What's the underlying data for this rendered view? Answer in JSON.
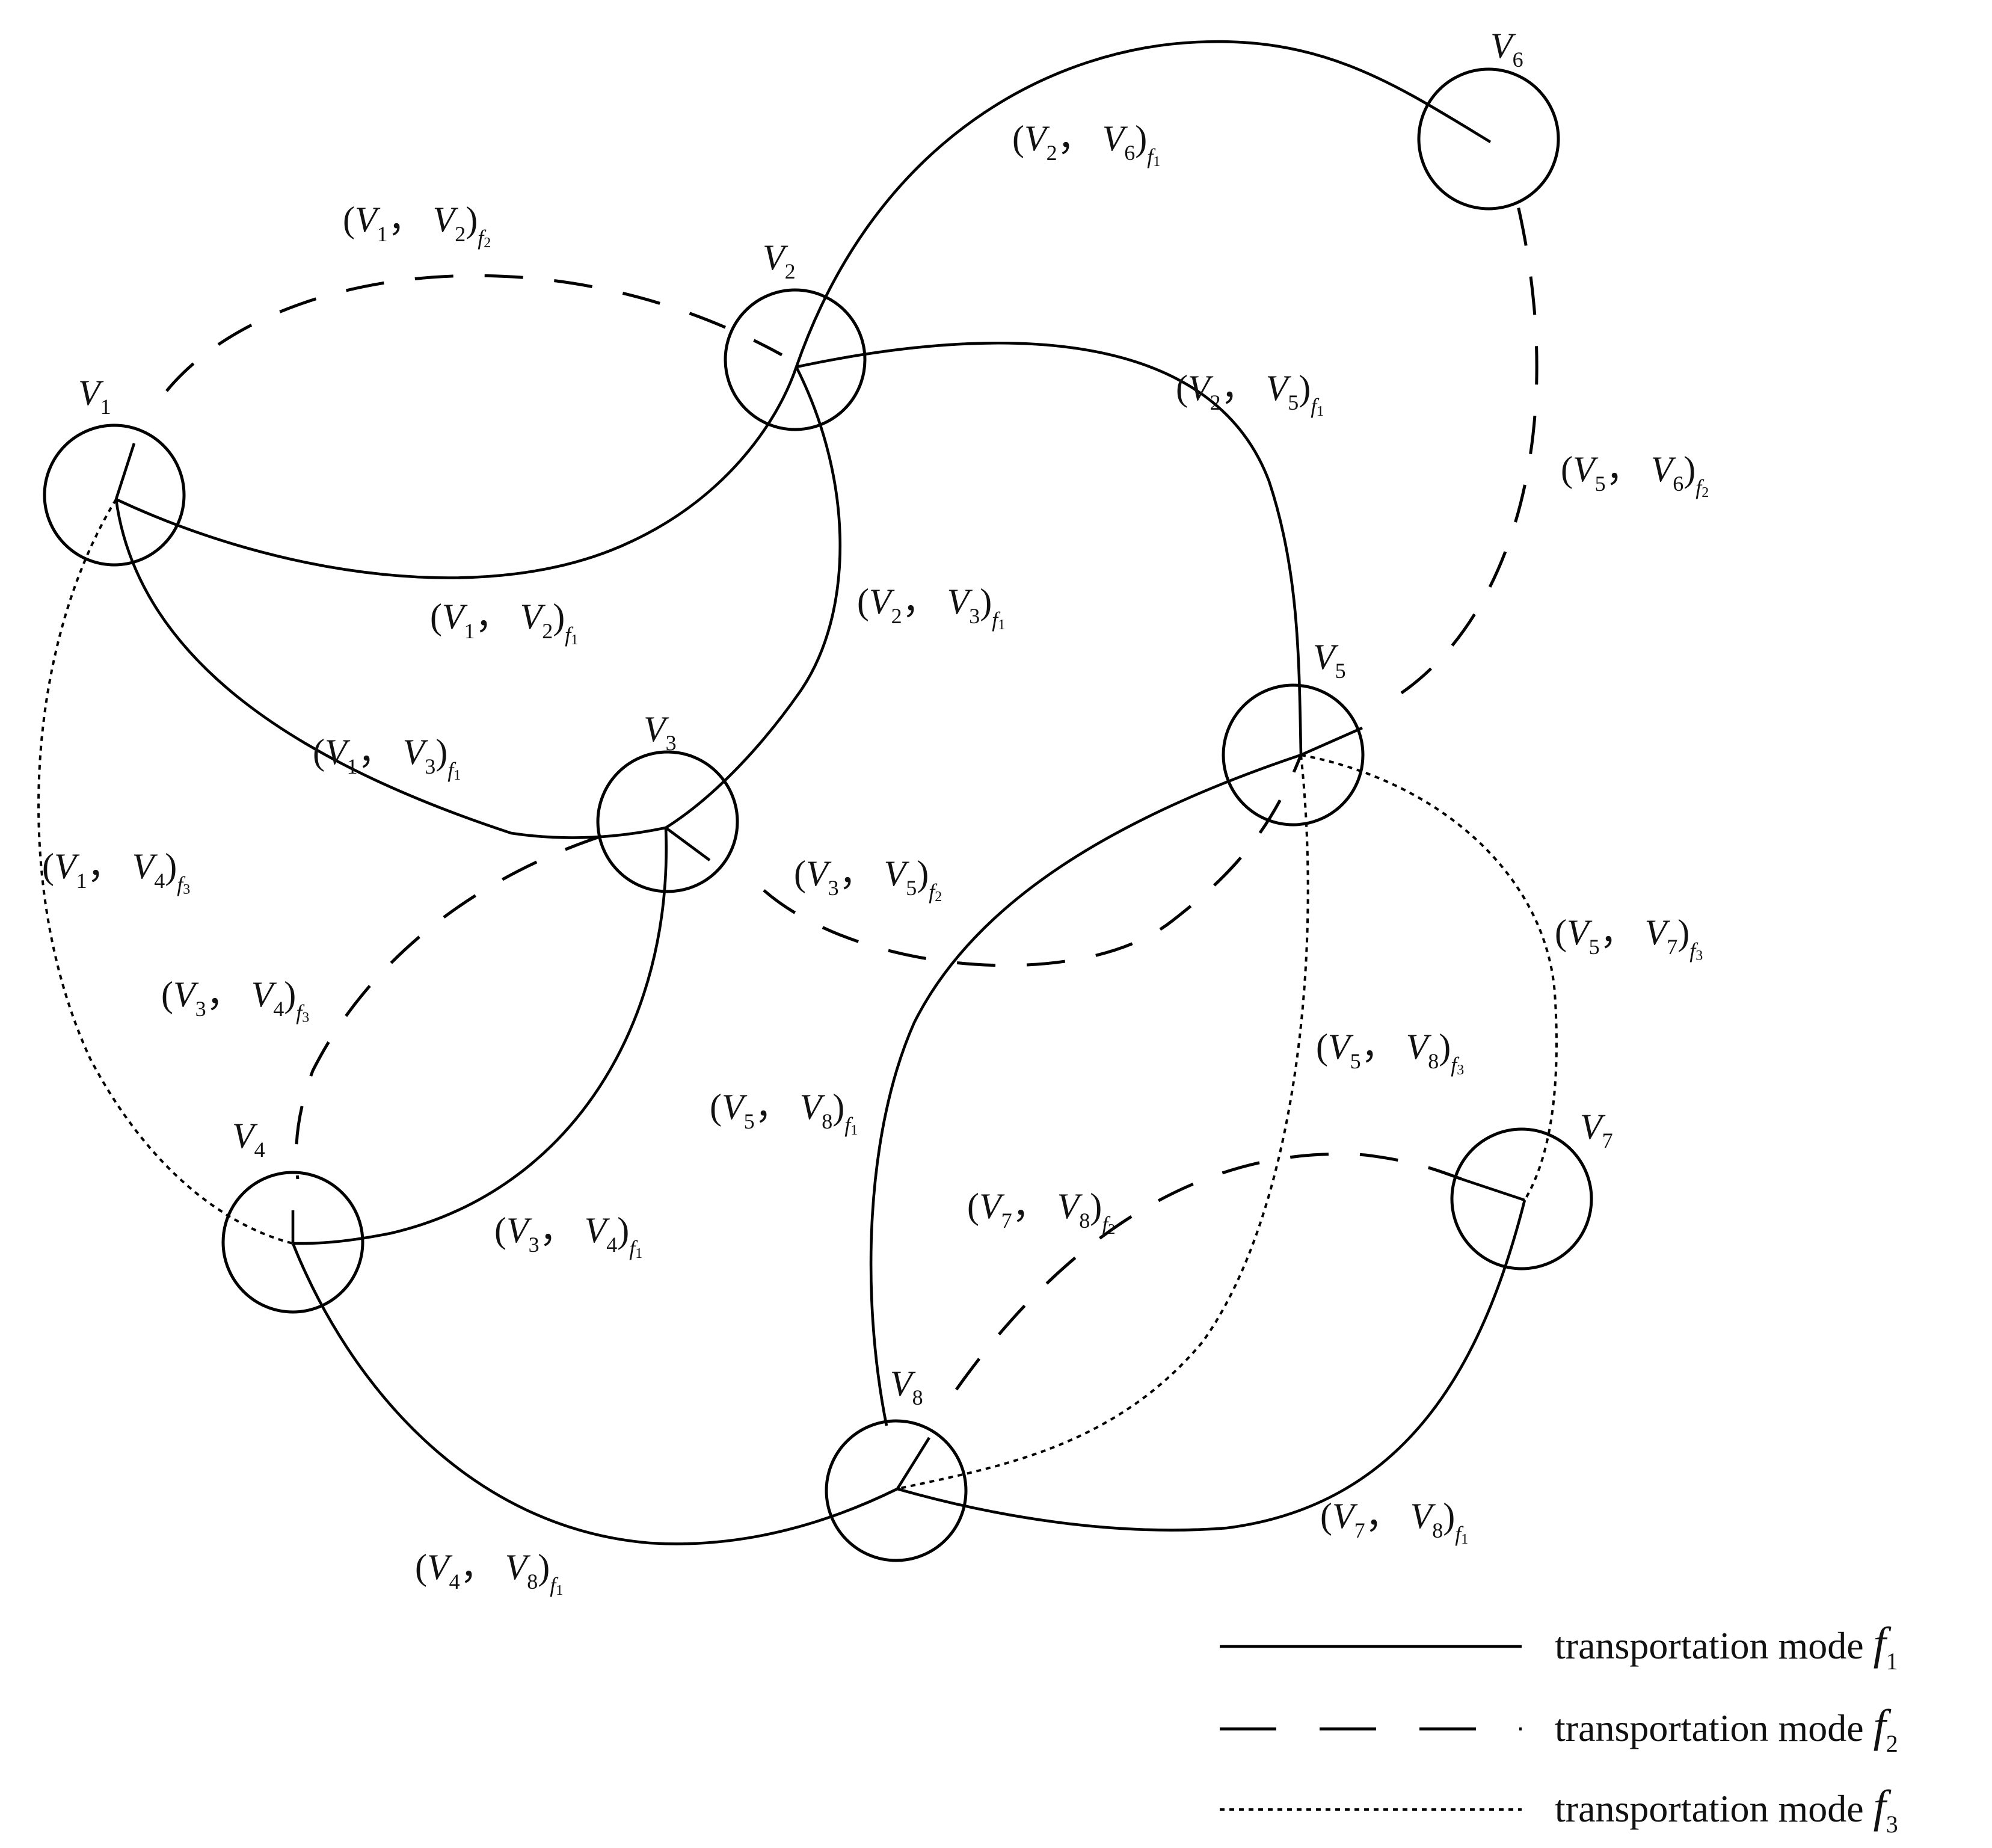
{
  "nodes": [
    {
      "id": "V1",
      "letter": "V",
      "sub": "1"
    },
    {
      "id": "V2",
      "letter": "V",
      "sub": "2"
    },
    {
      "id": "V3",
      "letter": "V",
      "sub": "3"
    },
    {
      "id": "V4",
      "letter": "V",
      "sub": "4"
    },
    {
      "id": "V5",
      "letter": "V",
      "sub": "5"
    },
    {
      "id": "V6",
      "letter": "V",
      "sub": "6"
    },
    {
      "id": "V7",
      "letter": "V",
      "sub": "7"
    },
    {
      "id": "V8",
      "letter": "V",
      "sub": "8"
    }
  ],
  "edges": [
    {
      "from": "V1",
      "to": "V2",
      "mode": "f2",
      "a": "1",
      "b": "2",
      "m": "2"
    },
    {
      "from": "V2",
      "to": "V6",
      "mode": "f1",
      "a": "2",
      "b": "6",
      "m": "1"
    },
    {
      "from": "V2",
      "to": "V5",
      "mode": "f1",
      "a": "2",
      "b": "5",
      "m": "1"
    },
    {
      "from": "V5",
      "to": "V6",
      "mode": "f2",
      "a": "5",
      "b": "6",
      "m": "2"
    },
    {
      "from": "V1",
      "to": "V2",
      "mode": "f1",
      "a": "1",
      "b": "2",
      "m": "1"
    },
    {
      "from": "V2",
      "to": "V3",
      "mode": "f1",
      "a": "2",
      "b": "3",
      "m": "1"
    },
    {
      "from": "V1",
      "to": "V3",
      "mode": "f1",
      "a": "1",
      "b": "3",
      "m": "1"
    },
    {
      "from": "V1",
      "to": "V4",
      "mode": "f3",
      "a": "1",
      "b": "4",
      "m": "3"
    },
    {
      "from": "V3",
      "to": "V5",
      "mode": "f2",
      "a": "3",
      "b": "5",
      "m": "2"
    },
    {
      "from": "V3",
      "to": "V4",
      "mode": "f3",
      "a": "3",
      "b": "4",
      "m": "3"
    },
    {
      "from": "V5",
      "to": "V7",
      "mode": "f3",
      "a": "5",
      "b": "7",
      "m": "3"
    },
    {
      "from": "V5",
      "to": "V8",
      "mode": "f3",
      "a": "5",
      "b": "8",
      "m": "3"
    },
    {
      "from": "V5",
      "to": "V8",
      "mode": "f1",
      "a": "5",
      "b": "8",
      "m": "1"
    },
    {
      "from": "V7",
      "to": "V8",
      "mode": "f2",
      "a": "7",
      "b": "8",
      "m": "2"
    },
    {
      "from": "V3",
      "to": "V4",
      "mode": "f1",
      "a": "3",
      "b": "4",
      "m": "1"
    },
    {
      "from": "V4",
      "to": "V8",
      "mode": "f1",
      "a": "4",
      "b": "8",
      "m": "1"
    },
    {
      "from": "V7",
      "to": "V8",
      "mode": "f1",
      "a": "7",
      "b": "8",
      "m": "1"
    }
  ],
  "label_template": {
    "open": "(",
    "letter": "V",
    "sep": "， ",
    "close": ")",
    "mode_letter": "f"
  },
  "legend": [
    {
      "mode": "f1",
      "text": "transportation mode ",
      "symbol": "f",
      "sub": "1"
    },
    {
      "mode": "f2",
      "text": "transportation mode ",
      "symbol": "f",
      "sub": "2"
    },
    {
      "mode": "f3",
      "text": "transportation mode ",
      "symbol": "f",
      "sub": "3"
    }
  ]
}
